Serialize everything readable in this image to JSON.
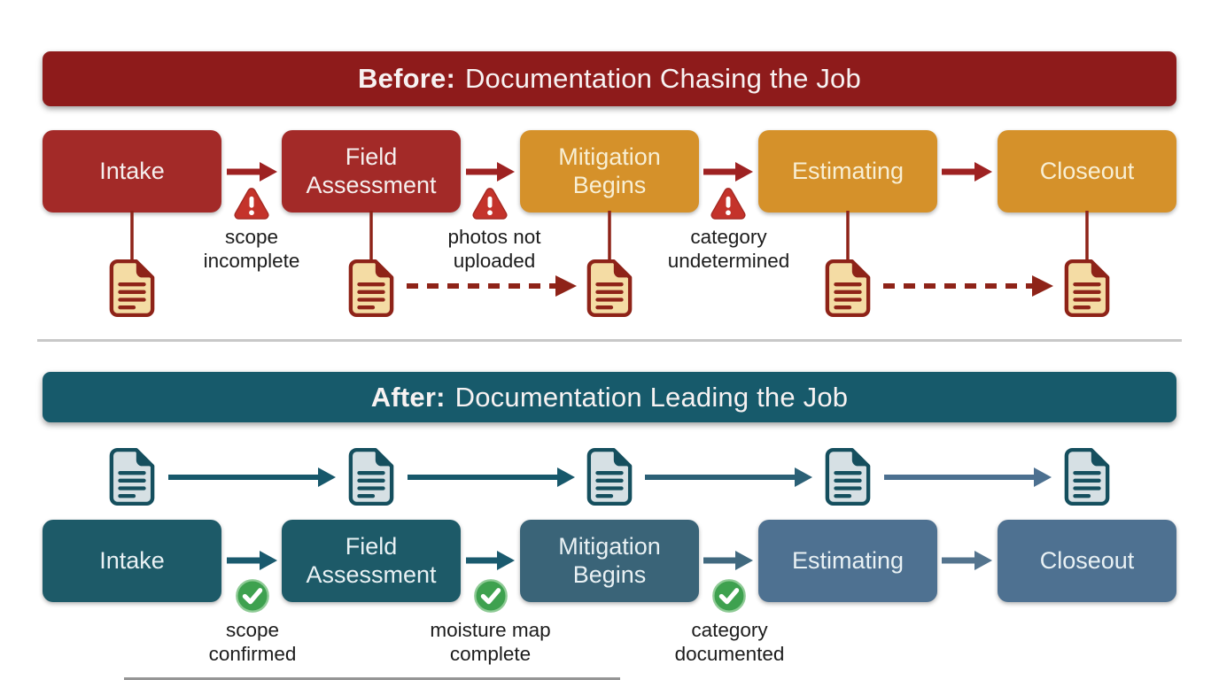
{
  "icons": {
    "warning": "alert-triangle",
    "document": "document-file",
    "check": "check-circle",
    "arrow": "arrow-right"
  },
  "palette": {
    "before_banner": "#8E1B1B",
    "before_stage_red": "#A32A28",
    "before_stage_amber": "#D5912A",
    "arrow_red": "#9E2222",
    "doc_before_fill": "#F4DCA4",
    "doc_before_stroke": "#8E2318",
    "warning_red": "#C4332B",
    "after_banner": "#175A6B",
    "after_stage_teal": "#1D5A68",
    "after_stage_slate": "#4E7191",
    "doc_after_fill": "#D6E0E4",
    "doc_after_stroke": "#154F5E",
    "check_green": "#3EA14F",
    "divider": "#C8C8C8"
  },
  "before": {
    "banner": {
      "prefix": "Before:",
      "rest": "Documentation Chasing the Job",
      "bg": "#8E1B1B"
    },
    "stages": [
      {
        "label": "Intake",
        "bg": "#A32A28"
      },
      {
        "label": "Field Assessment",
        "bg": "#A32A28"
      },
      {
        "label": "Mitigation Begins",
        "bg": "#D5912A"
      },
      {
        "label": "Estimating",
        "bg": "#D5912A"
      },
      {
        "label": "Closeout",
        "bg": "#D5912A"
      }
    ],
    "issues": [
      "scope incomplete",
      "photos not uploaded",
      "category undetermined"
    ]
  },
  "after": {
    "banner": {
      "prefix": "After:",
      "rest": "Documentation Leading the Job",
      "bg": "#175A6B"
    },
    "stages": [
      {
        "label": "Intake",
        "bg": "#1D5A68"
      },
      {
        "label": "Field Assessment",
        "bg": "#1D5A68"
      },
      {
        "label": "Mitigation Begins",
        "bg": "#3A6478"
      },
      {
        "label": "Estimating",
        "bg": "#4E7191"
      },
      {
        "label": "Closeout",
        "bg": "#4E7191"
      }
    ],
    "checks": [
      "scope confirmed",
      "moisture map complete",
      "category documented"
    ]
  }
}
